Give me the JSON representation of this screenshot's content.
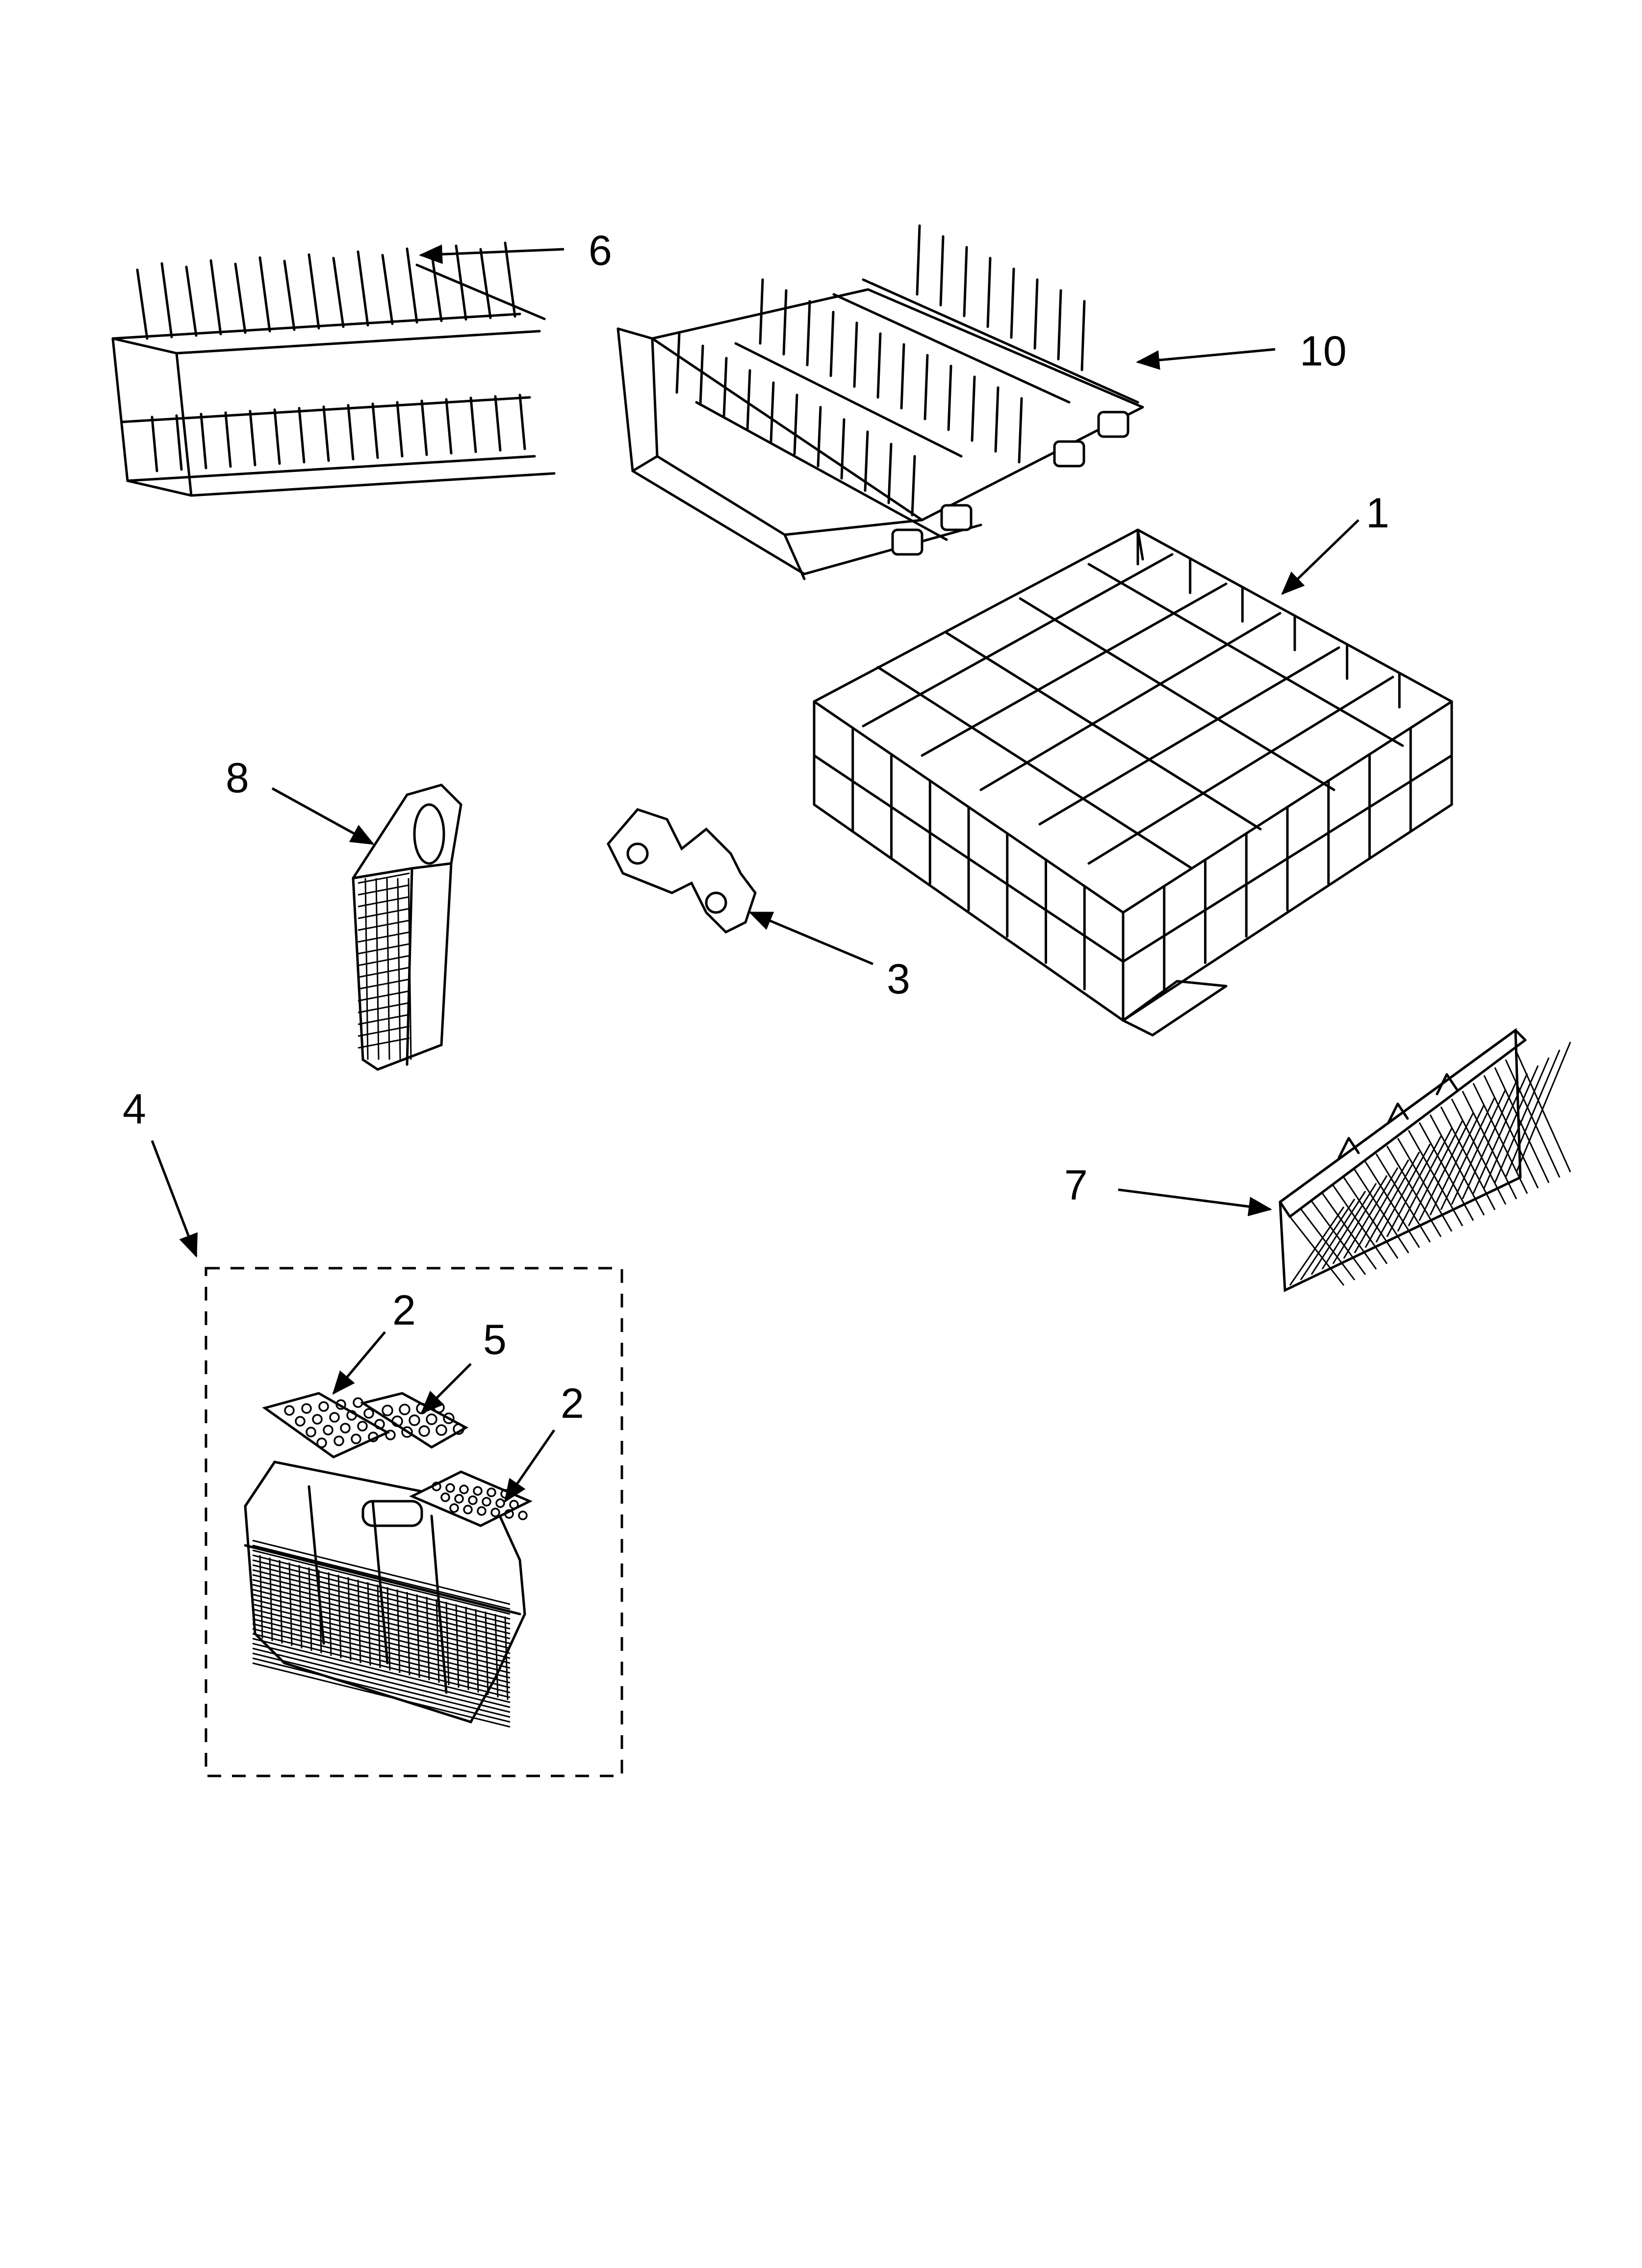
{
  "callouts": {
    "c1": "1",
    "c2a": "2",
    "c2b": "2",
    "c3": "3",
    "c4": "4",
    "c5": "5",
    "c6": "6",
    "c7": "7",
    "c8": "8",
    "c10": "10"
  },
  "colors": {
    "line": "#000000",
    "background": "#ffffff"
  }
}
